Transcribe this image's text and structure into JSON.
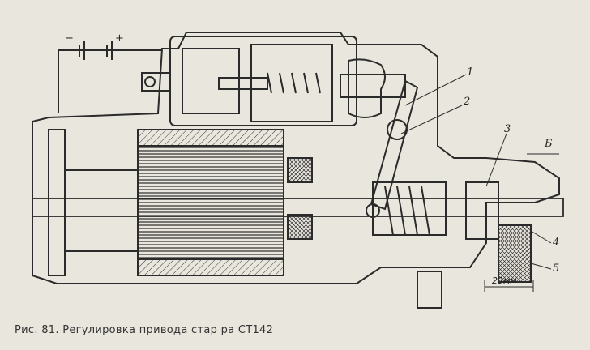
{
  "figure": {
    "caption": "Рис. 81. Регулировка привода стар  ра СТ142",
    "callouts": {
      "c1": "1",
      "c2": "2",
      "c3": "3",
      "c4": "4",
      "c5": "5",
      "cB": "Б"
    },
    "dimension": "23мм",
    "battery_minus": "−",
    "battery_plus": "+"
  }
}
